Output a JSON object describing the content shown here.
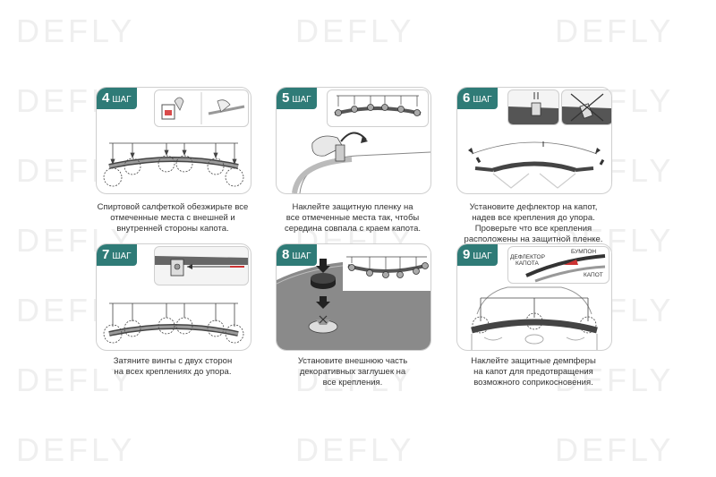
{
  "watermark": "DEFLY",
  "steps": [
    {
      "number": "4",
      "word": "ШАГ",
      "caption": [
        "Спиртовой салфеткой обезжирьте все",
        "отмеченные места с внешней и",
        "внутренней стороны капота."
      ]
    },
    {
      "number": "5",
      "word": "ШАГ",
      "caption": [
        "Наклейте защитную пленку на",
        "все отмеченные места так, чтобы",
        "середина совпала с краем капота."
      ]
    },
    {
      "number": "6",
      "word": "ШАГ",
      "caption": [
        "Установите дефлектор на капот,",
        "надев все крепления до упора.",
        "Проверьте что все крепления",
        "расположены на защитной пленке."
      ]
    },
    {
      "number": "7",
      "word": "ШАГ",
      "caption": [
        "Затяните винты с двух сторон",
        "на всех креплениях до упора."
      ]
    },
    {
      "number": "8",
      "word": "ШАГ",
      "caption": [
        "Установите внешнюю часть",
        "декоративных заглушек на",
        "все крепления."
      ]
    },
    {
      "number": "9",
      "word": "ШАГ",
      "caption": [
        "Наклейте защитные демпферы",
        "на капот для предотвращения",
        "возможного соприкосновения."
      ]
    }
  ],
  "step9_labels": {
    "deflector": "ДЕФЛЕКТОР",
    "hood_small": "КАПОТА",
    "bumper": "БУМПОН",
    "hood": "КАПОТ"
  }
}
